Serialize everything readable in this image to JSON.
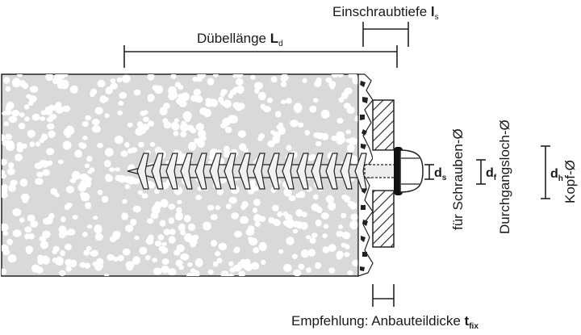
{
  "labels": {
    "einschraub_main": "Einschraubtiefe ",
    "einschraub_sym": "l",
    "einschraub_sub": "s",
    "duebel_main": "Dübellänge ",
    "duebel_sym": "L",
    "duebel_sub": "d",
    "ds_sym": "d",
    "ds_sub": "s",
    "ds_desc": "für Schrauben-Ø",
    "df_sym": "d",
    "df_sub": "f",
    "df_desc": "Durchgangsloch-Ø",
    "dh_sym": "d",
    "dh_sub": "h",
    "dh_desc": "Kopf-Ø",
    "empf_main": "Empfehlung: Anbauteildicke ",
    "empf_sym": "t",
    "empf_sub": "fix"
  },
  "colors": {
    "block": "#d9d9d9",
    "dots": "#ffffff",
    "plate": "#ffffff",
    "hatch": "#222222",
    "line": "#222222",
    "screw_fill": "#e6e6e6",
    "washer": "#111111"
  }
}
